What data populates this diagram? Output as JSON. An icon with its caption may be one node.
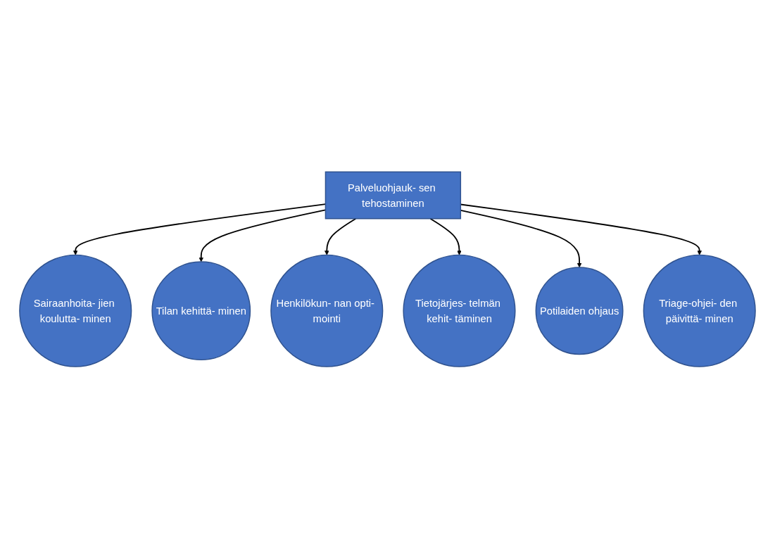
{
  "diagram": {
    "nodes": [
      {
        "text": [
          "Sairaanhoita- jien koulutta- minen"
        ]
      },
      {
        "text": [
          "Tilan kehittä- minen"
        ]
      },
      {
        "text": [
          "Henkilökun- nan opti- mointi"
        ]
      },
      {
        "text": [
          "Palveluohjauk- sen tehostaminen"
        ]
      },
      {
        "text": [
          "Tietojärjes- telmän kehit- täminen"
        ]
      },
      {
        "text": [
          "Potilaiden ohjaus"
        ]
      },
      {
        "text": [
          "Triage-ohjei- den päivittä- minen"
        ]
      }
    ],
    "edges": [
      {
        "from": 3,
        "to": 0,
        "arrow": "to"
      },
      {
        "from": 3,
        "to": 1,
        "arrow": "to"
      },
      {
        "from": 3,
        "to": 2,
        "arrow": "to"
      },
      {
        "from": 3,
        "to": 4,
        "arrow": "to"
      },
      {
        "from": 3,
        "to": 5,
        "arrow": "to"
      },
      {
        "from": 3,
        "to": 6,
        "arrow": "to"
      }
    ]
  }
}
